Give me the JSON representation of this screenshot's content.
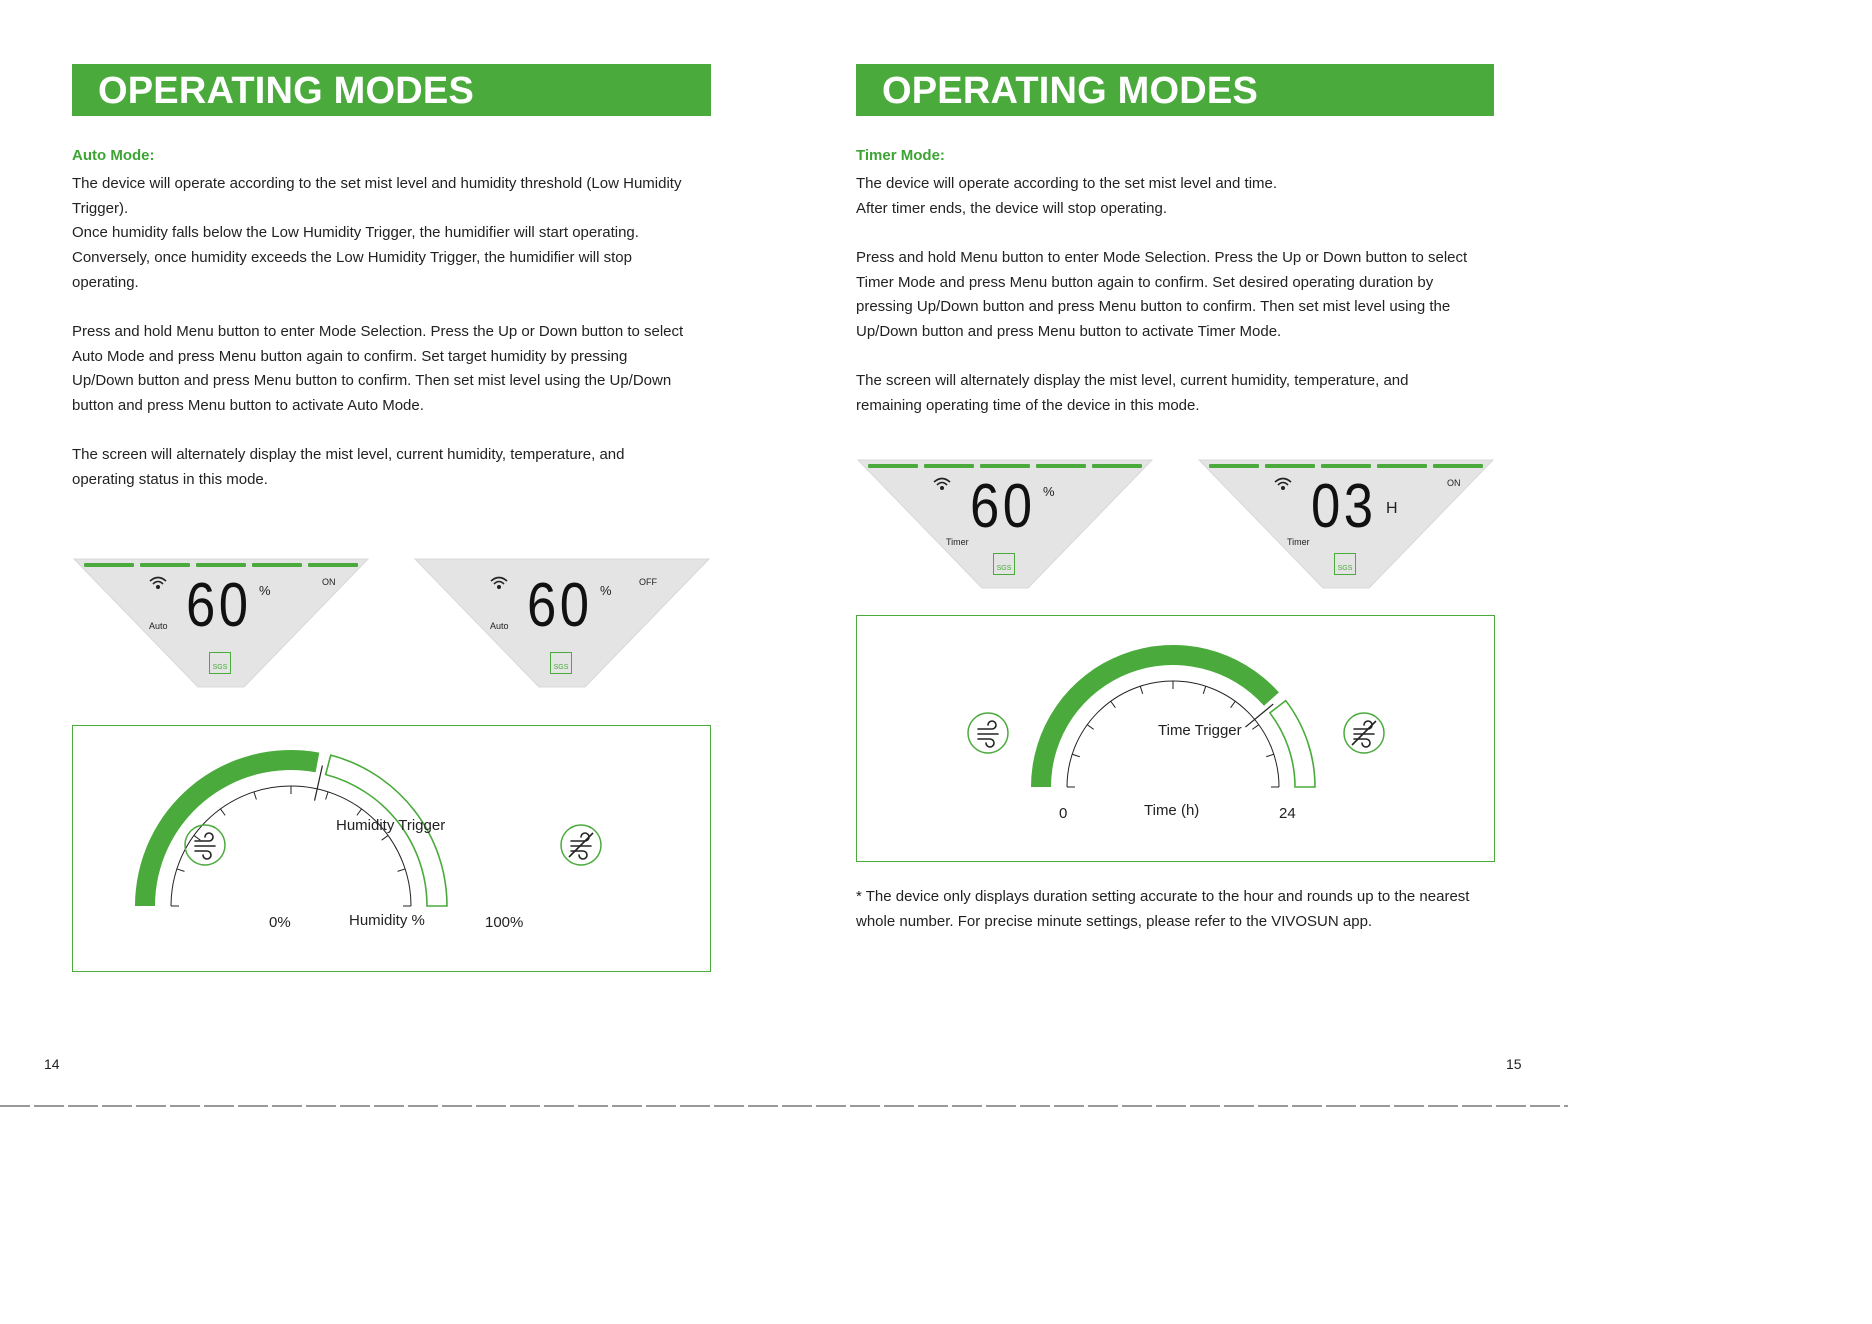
{
  "left_page": {
    "banner": "OPERATING MODES",
    "mode_heading": "Auto Mode:",
    "para1": "The device will operate according to the set mist level and humidity threshold (Low Humidity\nTrigger).\nOnce humidity falls below the Low Humidity Trigger, the humidifier will start operating.\nConversely, once humidity exceeds the Low Humidity Trigger, the humidifier will stop\noperating.",
    "para2": "Press and hold Menu button to enter Mode Selection. Press the Up or Down button to select\nAuto Mode and press Menu button again to confirm. Set target humidity by pressing\nUp/Down button and press Menu button to confirm. Then set mist level using the Up/Down\nbutton and press Menu button to activate Auto Mode.",
    "para3": "The screen will alternately display the mist level, current humidity, temperature, and\noperating status in this mode.",
    "displays": [
      {
        "digits": "60",
        "unit": "%",
        "status": "ON",
        "mode": "Auto",
        "badge": "SGS"
      },
      {
        "digits": "60",
        "unit": "%",
        "status": "OFF",
        "mode": "Auto",
        "badge": "SGS"
      }
    ],
    "gauge": {
      "trigger_label": "Humidity Trigger",
      "axis_label": "Humidity %",
      "min_label": "0%",
      "max_label": "100%",
      "icon_left": "fan-on-icon",
      "icon_right": "fan-off-icon",
      "trigger_fraction": 0.57
    },
    "page_number": "14"
  },
  "right_page": {
    "banner": "OPERATING MODES",
    "mode_heading": "Timer Mode:",
    "para1": "The device will operate according to the set mist level and time.\nAfter timer ends, the device will stop operating.",
    "para2": "Press and hold Menu button to enter Mode Selection. Press the Up or Down button to select\nTimer Mode and press Menu button again to confirm. Set desired operating duration by\npressing Up/Down button and press Menu button to confirm. Then set mist level using the\nUp/Down button and press Menu button to activate Timer Mode.",
    "para3": "The screen will alternately display the mist level, current humidity, temperature, and\nremaining operating time of the device in this mode.",
    "displays": [
      {
        "digits": "60",
        "unit": "%",
        "status": "",
        "mode": "Timer",
        "badge": "SGS"
      },
      {
        "digits": "03",
        "unit": "H",
        "status": "ON",
        "mode": "Timer",
        "badge": "SGS"
      }
    ],
    "gauge": {
      "trigger_label": "Time Trigger",
      "axis_label": "Time (h)",
      "min_label": "0",
      "max_label": "24",
      "icon_left": "fan-on-icon",
      "icon_right": "fan-off-icon",
      "trigger_fraction": 0.78
    },
    "footnote": "* The device only displays duration setting accurate to the hour and rounds up to the nearest\nwhole number. For precise minute settings, please refer to the VIVOSUN app.",
    "page_number": "15"
  },
  "colors": {
    "accent": "#4aab3c",
    "lcd_bg": "#e4e4e4",
    "text": "#222222"
  }
}
